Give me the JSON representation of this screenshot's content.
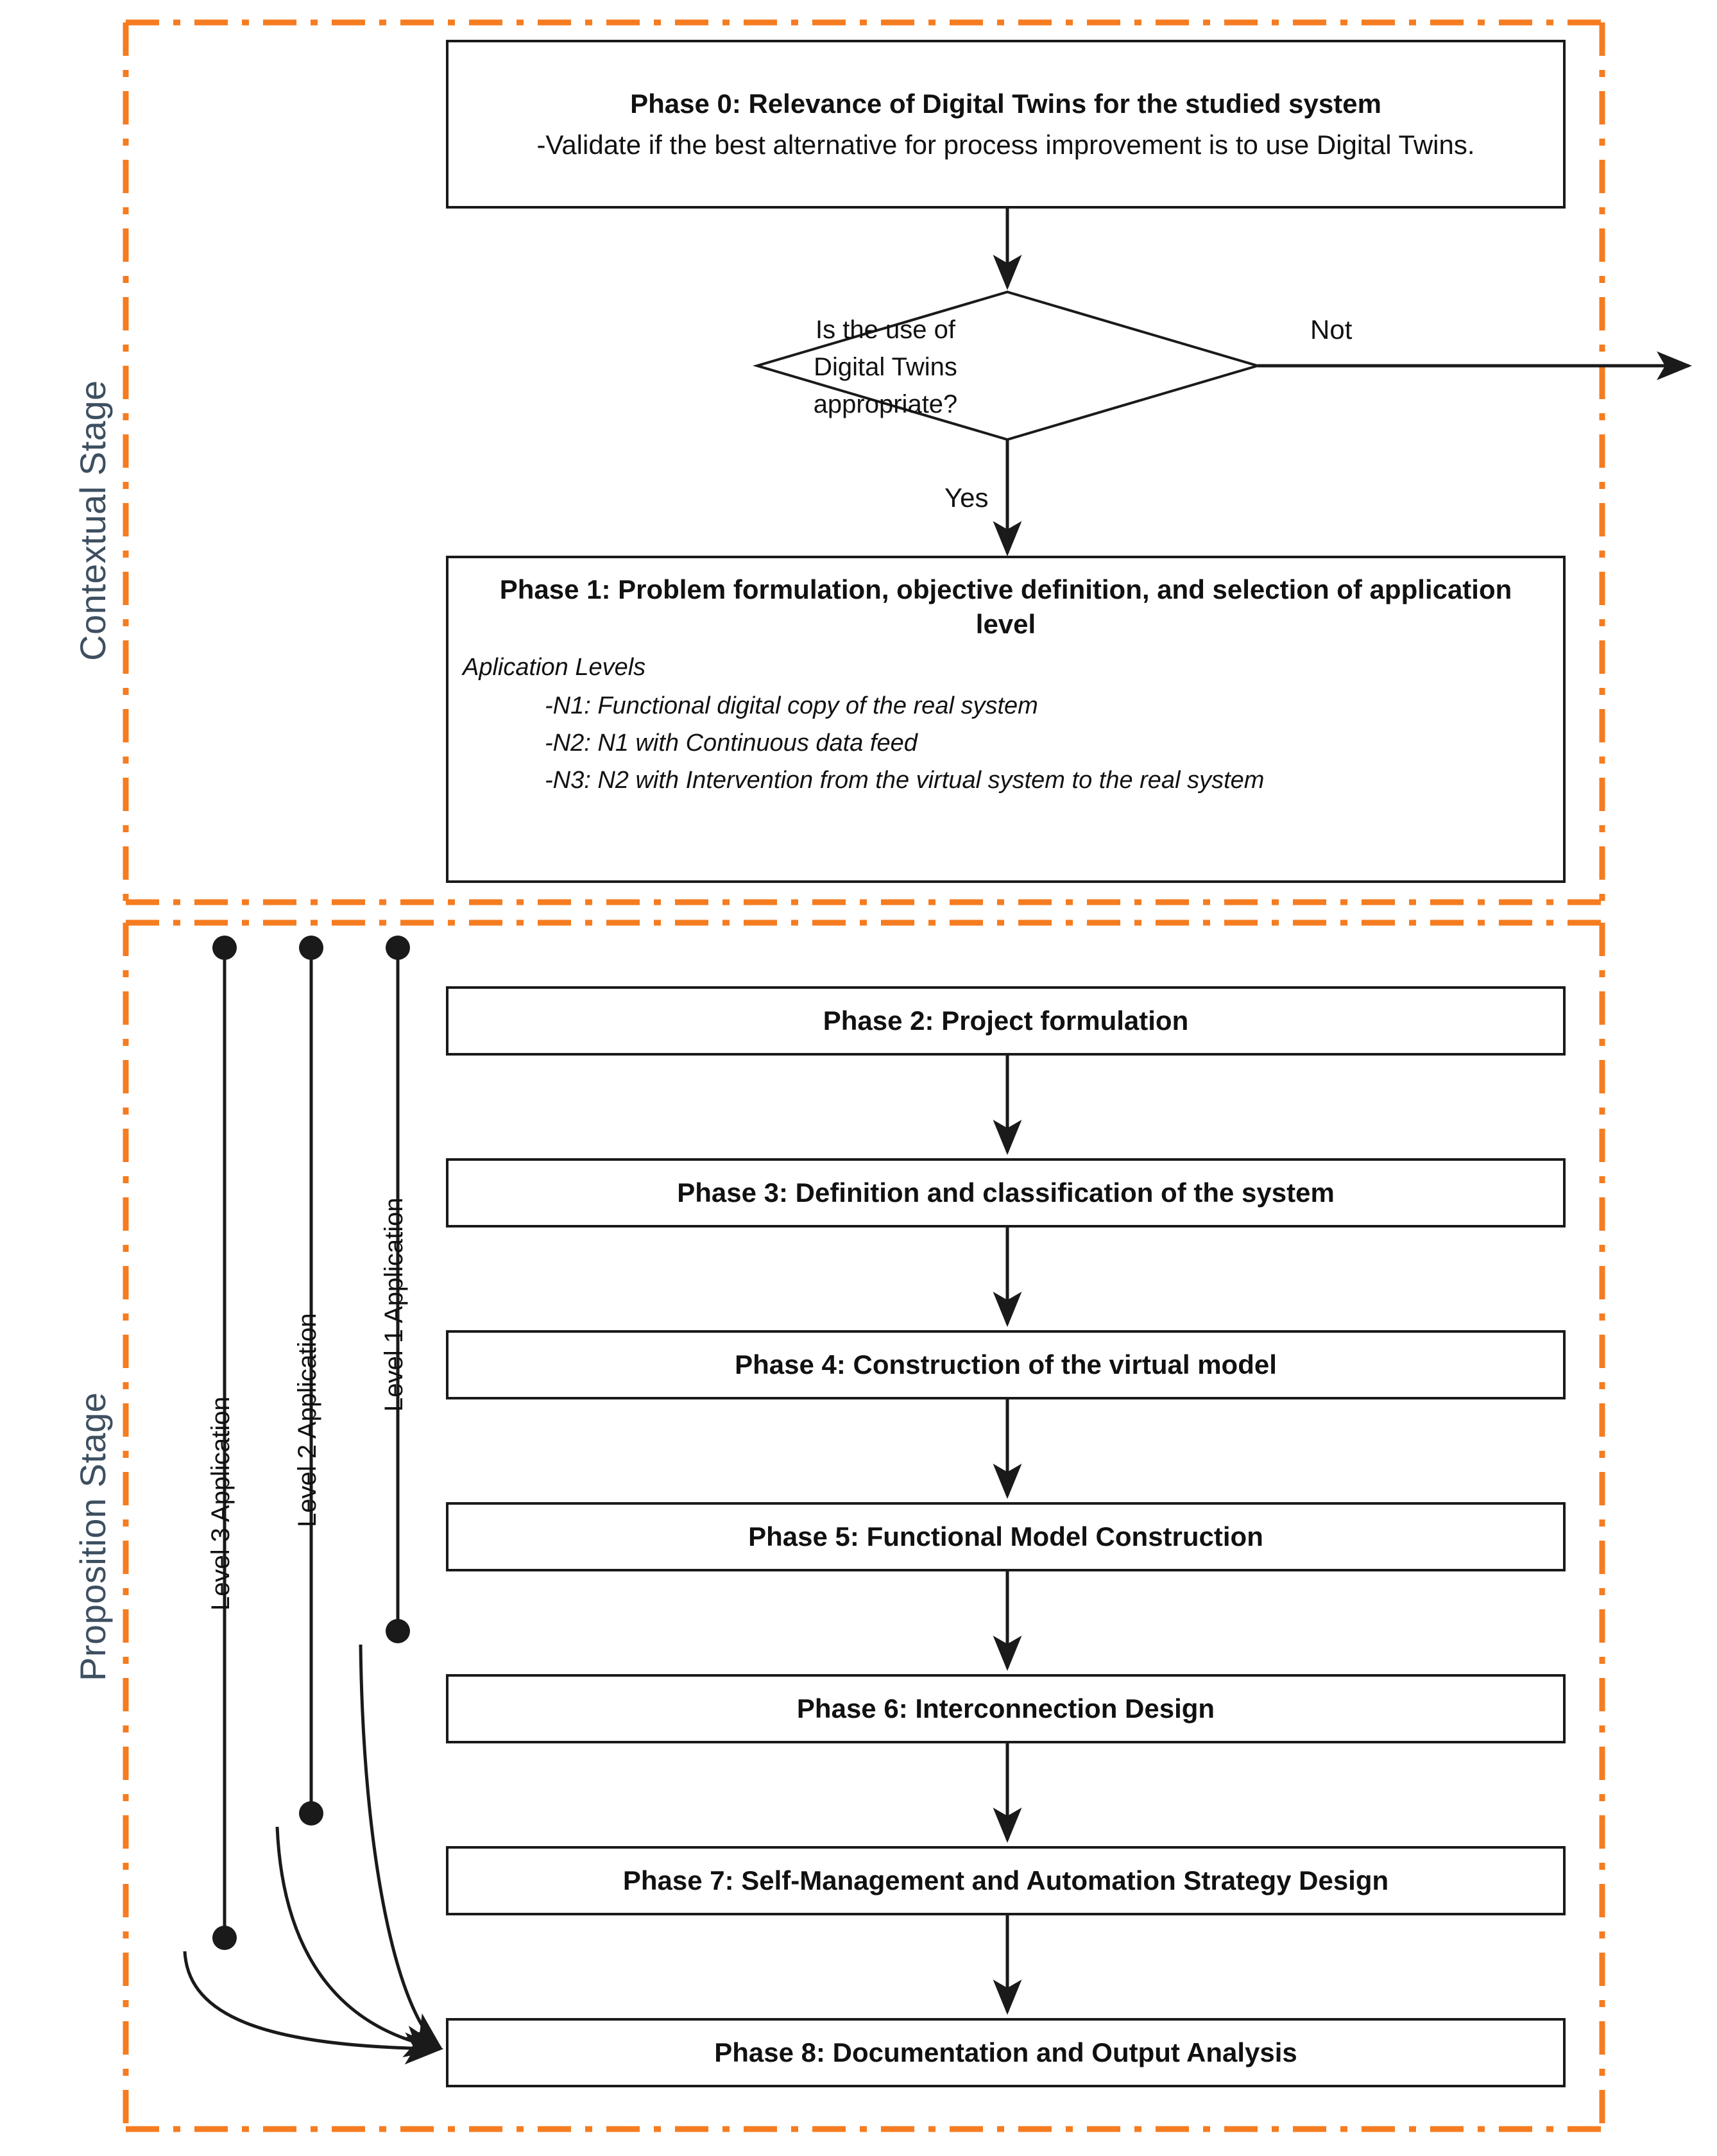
{
  "diagram": {
    "title_hidden": "",
    "accent_color": "#F57C20",
    "stage_label_color": "#3D4F60",
    "line_color": "#1A1A1A"
  },
  "stages": [
    {
      "id": "contextual",
      "label": "Contextual Stage"
    },
    {
      "id": "proposition",
      "label": "Proposition Stage"
    }
  ],
  "phases": [
    {
      "id": "phase0",
      "title": "Phase 0: Relevance of Digital Twins for the studied system",
      "body": "-Validate if the best alternative for process improvement is to use Digital Twins."
    },
    {
      "id": "phase1",
      "title": "Phase 1: Problem formulation, objective definition, and selection of application level",
      "subheading": "Aplication Levels",
      "levels": [
        "-N1: Functional digital copy of the real system",
        "-N2:  N1 with Continuous data feed",
        "-N3: N2 with Intervention from the virtual system to the real system"
      ]
    },
    {
      "id": "phase2",
      "title": "Phase 2: Project formulation"
    },
    {
      "id": "phase3",
      "title": "Phase 3: Definition and classification of the system"
    },
    {
      "id": "phase4",
      "title": "Phase 4: Construction of the virtual model"
    },
    {
      "id": "phase5",
      "title": "Phase 5: Functional Model Construction"
    },
    {
      "id": "phase6",
      "title": "Phase 6: Interconnection Design"
    },
    {
      "id": "phase7",
      "title": "Phase 7: Self-Management and Automation Strategy Design"
    },
    {
      "id": "phase8",
      "title": "Phase 8: Documentation and Output Analysis"
    }
  ],
  "decision": {
    "id": "decision-digital-twins",
    "text": "Is the use of\nDigital Twins\nappropriate?",
    "branch_yes": "Yes",
    "branch_no": "Not"
  },
  "feedback_loops": [
    {
      "id": "level3",
      "label": "Level 3 Application"
    },
    {
      "id": "level2",
      "label": "Level 2 Application"
    },
    {
      "id": "level1",
      "label": "Level 1 Application"
    }
  ]
}
